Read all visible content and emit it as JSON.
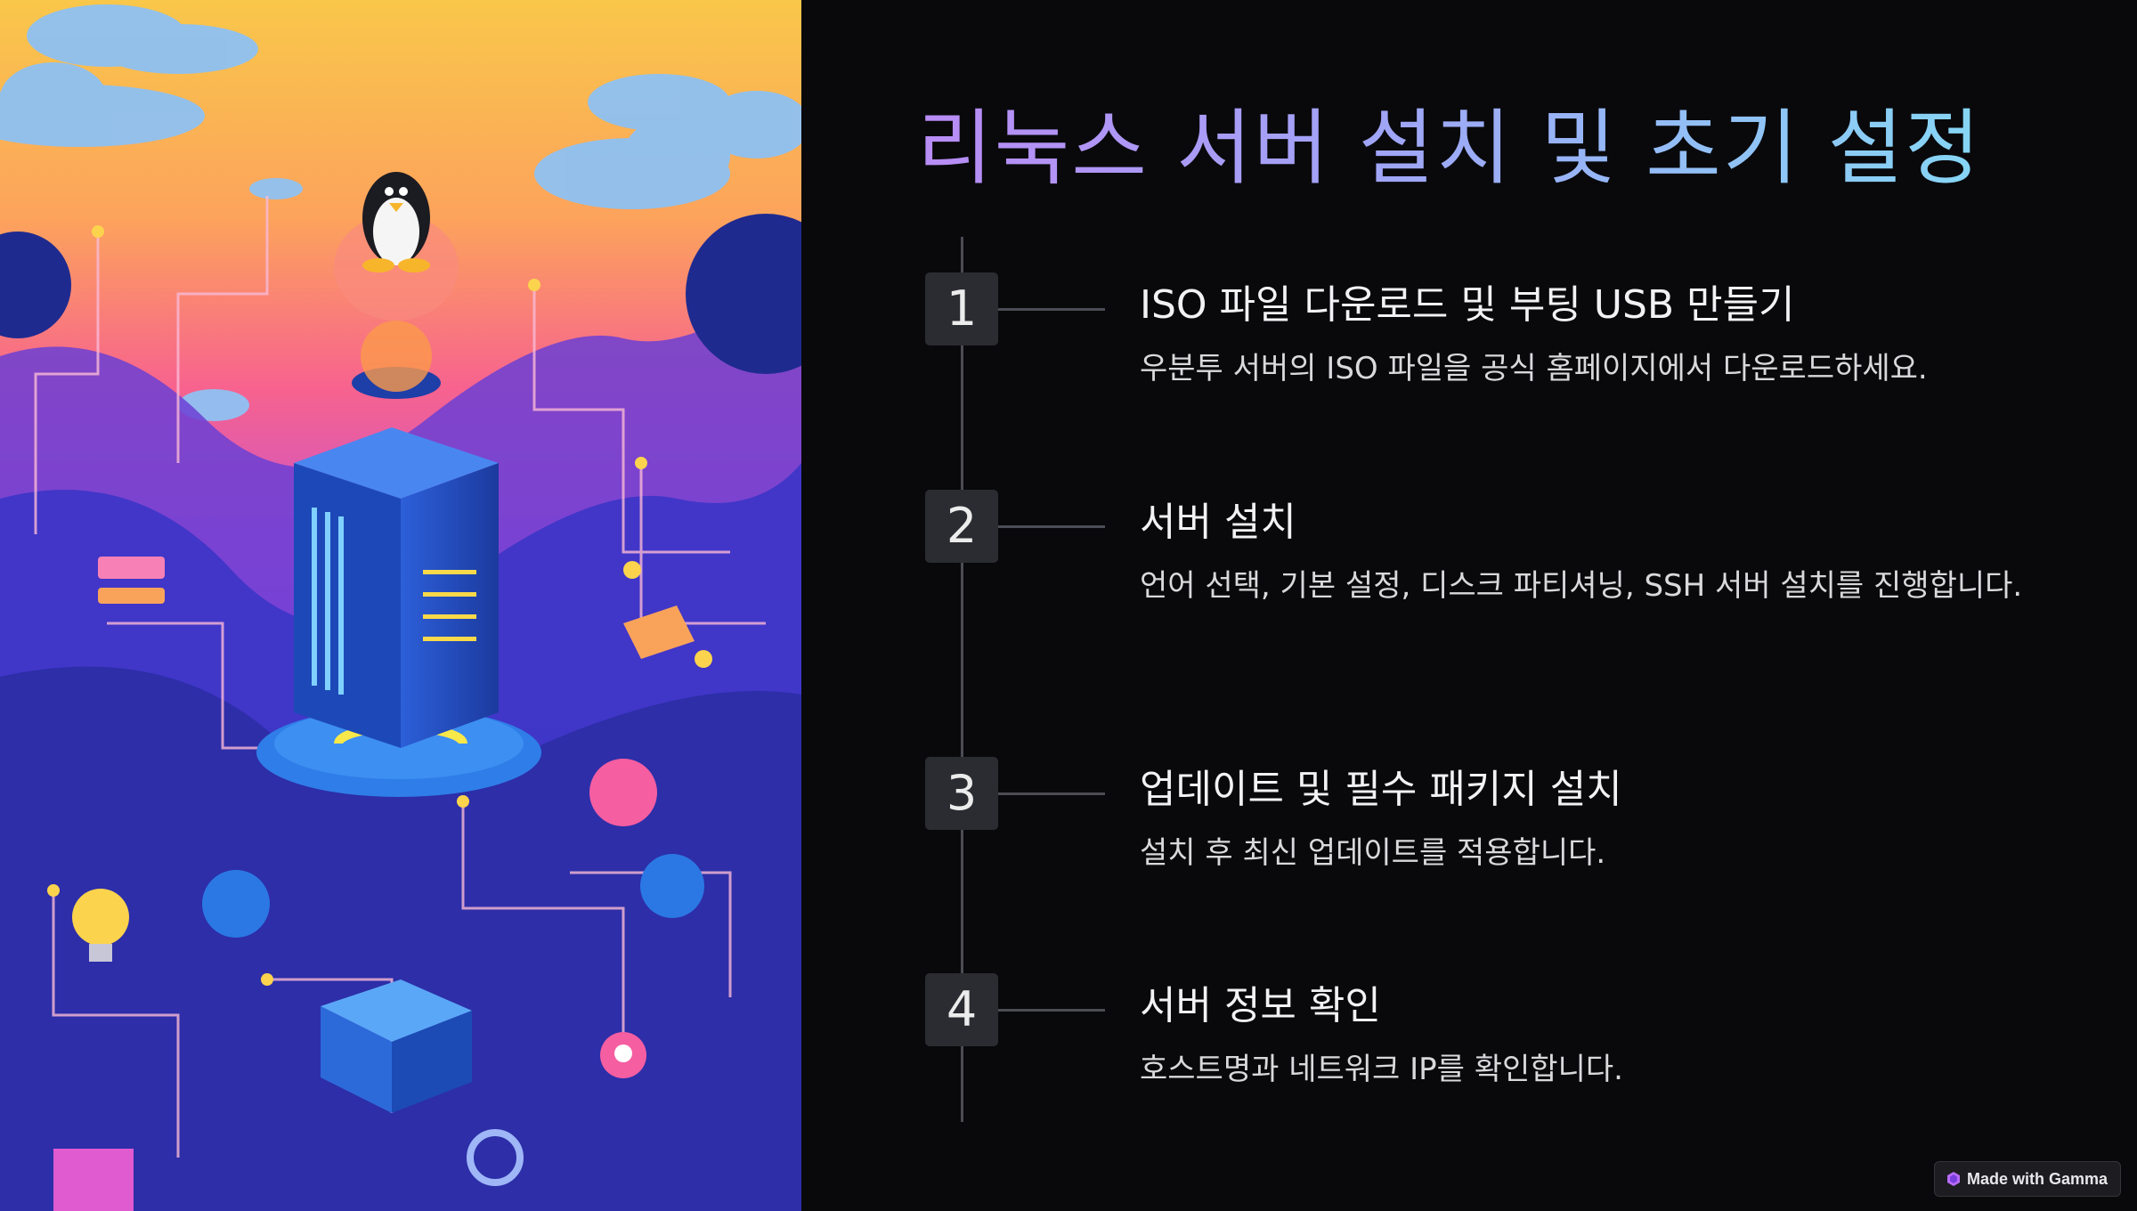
{
  "slide": {
    "title": "리눅스 서버 설치 및 초기 설정",
    "steps": [
      {
        "number": "1",
        "title": "ISO 파일 다운로드 및 부팅 USB 만들기",
        "description": "우분투 서버의 ISO 파일을 공식 홈페이지에서 다운로드하세요."
      },
      {
        "number": "2",
        "title": "서버 설치",
        "description": "언어 선택, 기본 설정, 디스크 파티셔닝, SSH 서버 설치를 진행합니다."
      },
      {
        "number": "3",
        "title": "업데이트 및 필수 패키지 설치",
        "description": "설치 후 최신 업데이트를 적용합니다."
      },
      {
        "number": "4",
        "title": "서버 정보 확인",
        "description": "호스트명과 네트워크 IP를 확인합니다."
      }
    ]
  },
  "badge": {
    "label": "Made with Gamma",
    "icon": "gamma-logo-icon"
  },
  "illustration": {
    "icon": "linux-penguin-icon"
  },
  "colors": {
    "background": "#09090c",
    "title_gradient_start": "#b98cf5",
    "title_gradient_end": "#86d6f5",
    "number_box": "#2b2c31",
    "timeline": "#4b4c54"
  }
}
